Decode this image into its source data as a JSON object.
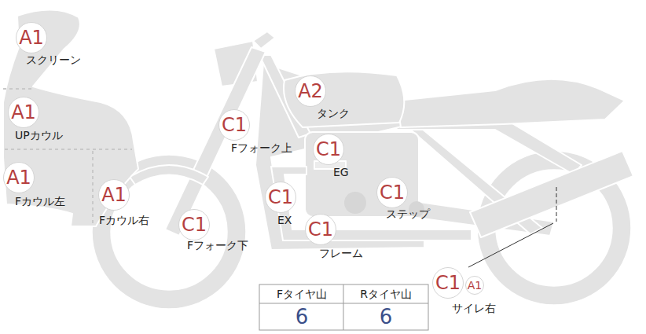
{
  "diagram": {
    "nodes": [
      {
        "text": [
          "A1",
          "スクリーン"
        ]
      },
      {
        "text": [
          "A1",
          "UPカウル"
        ]
      },
      {
        "text": [
          "A1",
          "Fカウル左"
        ]
      },
      {
        "text": [
          "C1",
          "Fフォーク上"
        ]
      },
      {
        "text": [
          "A2",
          "タンク"
        ]
      },
      {
        "text": [
          "C1",
          "EG"
        ]
      },
      {
        "text": [
          "A1",
          "Fカウル右"
        ]
      },
      {
        "text": [
          "C1",
          "EX"
        ]
      },
      {
        "text": [
          "C1",
          "ステップ"
        ]
      },
      {
        "text": [
          "C1",
          "Fフォーク下"
        ]
      },
      {
        "text": [
          "C1",
          "フレーム"
        ]
      },
      {
        "text": [
          "C1",
          "サイレ右"
        ]
      },
      {
        "text": [
          "A1"
        ]
      }
    ],
    "edges": [],
    "labels": [
      "Fタイヤ山",
      "Rタイヤ山",
      "6",
      "6"
    ]
  }
}
